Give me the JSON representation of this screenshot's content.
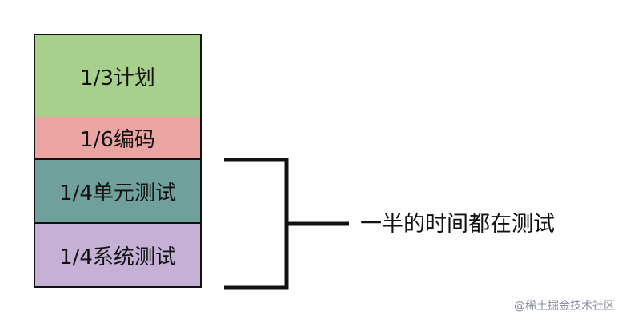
{
  "blocks": [
    {
      "label": "1/3计划",
      "color": "#a8d08d"
    },
    {
      "label": "1/6编码",
      "color": "#eaa4a1"
    },
    {
      "label": "1/4单元测试",
      "color": "#6fa09b"
    },
    {
      "label": "1/4系统测试",
      "color": "#c5b1d6"
    }
  ],
  "summary": "一半的时间都在测试",
  "watermark": "@稀土掘金技术社区"
}
